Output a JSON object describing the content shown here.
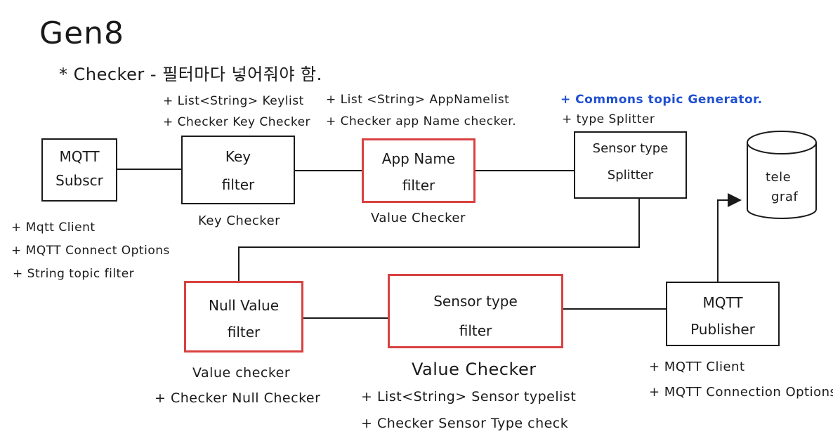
{
  "title": "Gen8",
  "note": "* Checker   - 필터마다   넣어줘야 함.",
  "colors": {
    "ink": "#1a1a1a",
    "highlight_border": "#d94141",
    "emphasis_text": "#1f4fd1"
  },
  "nodes": {
    "mqtt_subscr": {
      "line1": "MQTT",
      "line2": "Subscr"
    },
    "key_filter": {
      "line1": "Key",
      "line2": "filter",
      "caption": "Key Checker",
      "props": [
        "+ List<String> Keylist",
        "+ Checker  Key Checker"
      ]
    },
    "app_name_filter": {
      "line1": "App Name",
      "line2": "filter",
      "caption": "Value Checker",
      "props": [
        "+ List <String> AppNamelist",
        "+ Checker  app Name checker."
      ]
    },
    "sensor_type_splitter": {
      "line1": "Sensor type",
      "line2": "Splitter",
      "props": [
        "+ Commons topic Generator.",
        "+ type  Splitter"
      ]
    },
    "telegraf": {
      "line1": "tele",
      "line2": "graf"
    },
    "null_value_filter": {
      "line1": "Null Value",
      "line2": "filter",
      "caption": "Value checker",
      "props": [
        "+  Checker Null Checker"
      ]
    },
    "sensor_type_filter": {
      "line1": "Sensor type",
      "line2": "filter",
      "caption": "Value Checker",
      "props": [
        "+ List<String> Sensor typelist",
        "+ Checker  Sensor Type check"
      ]
    },
    "mqtt_publisher": {
      "line1": "MQTT",
      "line2": "Publisher",
      "props": [
        "+ MQTT  Client",
        "+ MQTT  Connection Options"
      ]
    }
  },
  "subscriber_props": [
    "+ Mqtt Client",
    "+ MQTT Connect Options",
    "+ String topic filter"
  ]
}
